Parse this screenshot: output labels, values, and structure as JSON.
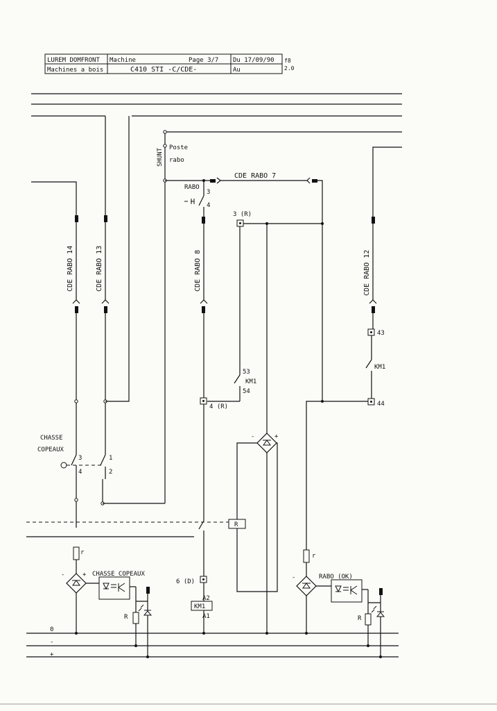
{
  "title_block": {
    "company": "LUREM DOMFRONT",
    "subtitle": "Machines a bois",
    "machine_label": "Machine",
    "page": "Page 3/7",
    "machine_name": "C410 STI -C/CDE-",
    "date_from": "Du 17/09/90",
    "date_to": "Au",
    "sheet_ref": "f8",
    "version": "2.0"
  },
  "labels": {
    "shunt": "SHUNT",
    "poste": "Poste",
    "rabo": "rabo",
    "rabo_upper": "RABO",
    "cde_rabo_7": "CDE RABO 7",
    "cde_rabo_14": "CDE RABO 14",
    "cde_rabo_13": "CDE RABO 13",
    "cde_rabo_8": "CDE RABO 8",
    "cde_rabo_12": "CDE RABO 12",
    "t3r": "3 (R)",
    "t4r": "4 (R)",
    "t6d": "6 (D)",
    "t43": "43",
    "t44": "44",
    "km1": "KM1",
    "km1_coil": "KM1",
    "km1_contact": "KM1",
    "c53": "53",
    "c54": "54",
    "a1": "A1",
    "a2": "A2",
    "sw_3": "3",
    "sw_4": "4",
    "chasse": "CHASSE",
    "copeaux": "COPEAUX",
    "cc_1": "1",
    "cc_2": "2",
    "cc_3": "3",
    "cc_4": "4",
    "relay_r": "R",
    "res_r1": "r",
    "res_r2": "r",
    "res_R1": "R",
    "res_R2": "R",
    "chasse_copeaux_sensor": "CHASSE COPEAUX",
    "rabo_ok": "RABO (OK)",
    "minus": "-",
    "plus": "+",
    "rail_0": "0",
    "rail_minus": "-",
    "rail_plus": "+"
  }
}
